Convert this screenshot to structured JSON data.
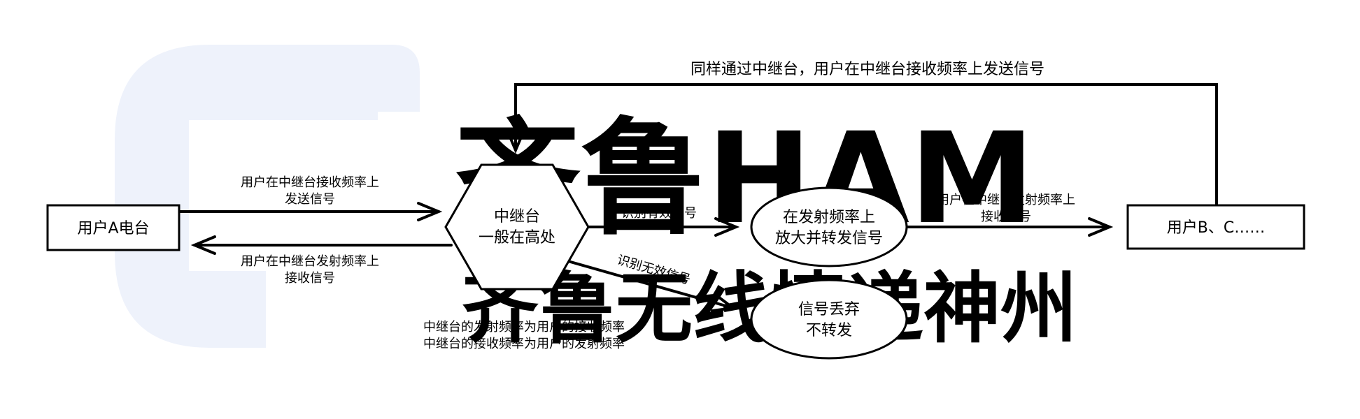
{
  "colors": {
    "stroke": "#000000",
    "fill": "#ffffff",
    "watermark": "#eef2fb"
  },
  "watermark": {
    "line1": "齐鲁HAM",
    "line2": "齐鲁无线情递神州"
  },
  "nodes": {
    "user_a": "用户A电台",
    "repeater_line1": "中继台",
    "repeater_line2": "一般在高处",
    "amplify_line1": "在发射频率上",
    "amplify_line2": "放大并转发信号",
    "discard_line1": "信号丢弃",
    "discard_line2": "不转发",
    "user_b": "用户B、C……"
  },
  "edge_labels": {
    "a_to_repeater_line1": "用户在中继台接收频率上",
    "a_to_repeater_line2": "发送信号",
    "repeater_to_a_line1": "用户在中继台发射频率上",
    "repeater_to_a_line2": "接收信号",
    "valid": "识别有效信号",
    "invalid": "识别无效信号",
    "amplify_to_b_line1": "用户在中继台发射频率上",
    "amplify_to_b_line2": "接收信号",
    "b_to_repeater": "同样通过中继台，用户在中继台接收频率上发送信号"
  },
  "notes": {
    "line1": "中继台的发射频率为用户的接收频率",
    "line2": "中继台的接收频率为用户的发射频率"
  }
}
